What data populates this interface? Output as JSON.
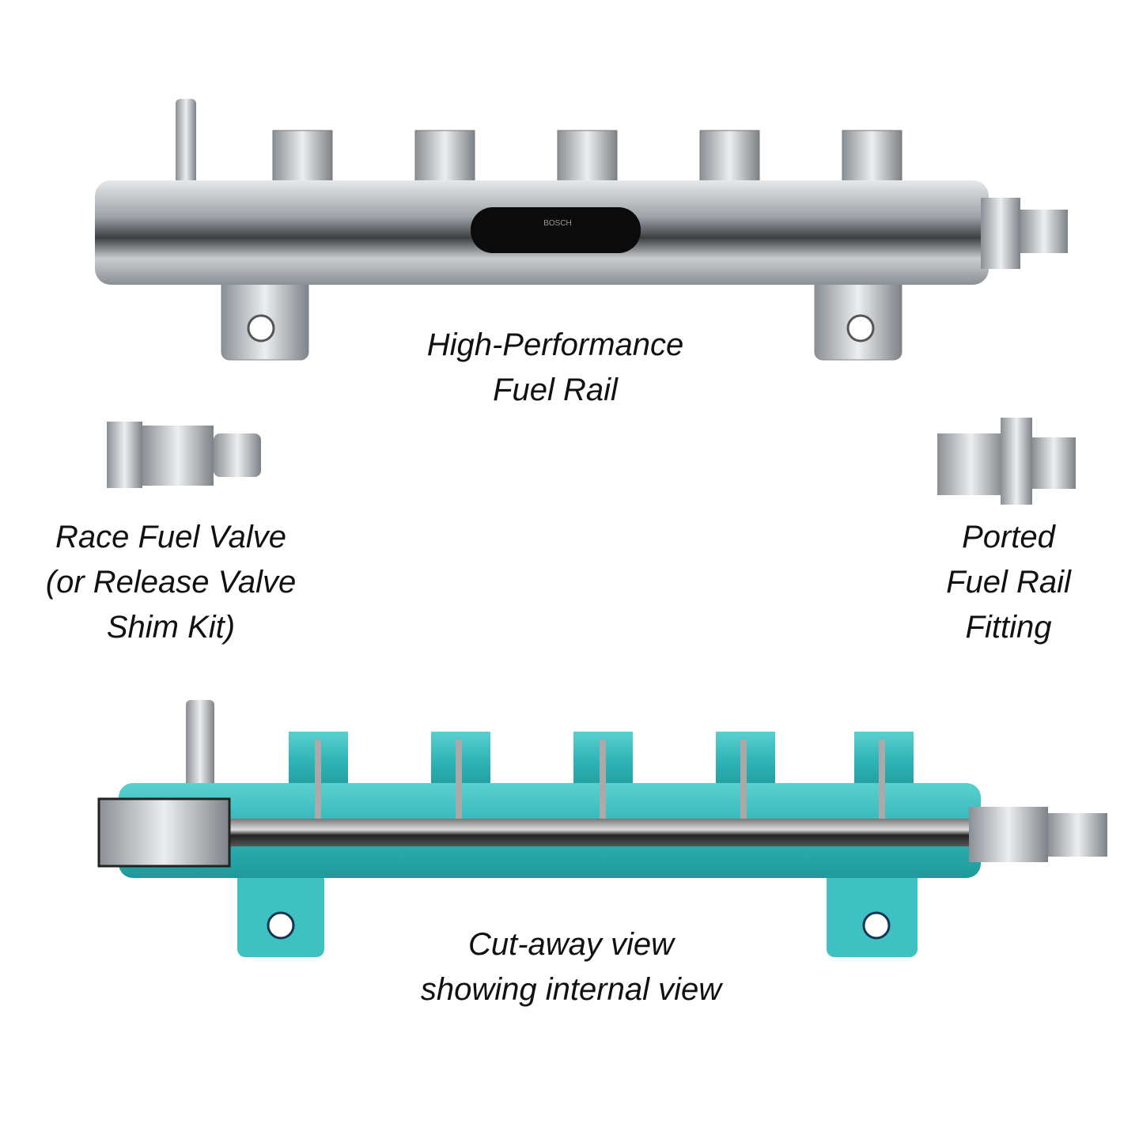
{
  "labels": {
    "fuel_rail": [
      "High-Performance",
      "Fuel Rail"
    ],
    "race_valve": [
      "Race Fuel Valve",
      "(or Release Valve",
      "Shim Kit)"
    ],
    "ported_fitting": [
      "Ported",
      "Fuel Rail",
      "Fitting"
    ],
    "cutaway": [
      "Cut-away view",
      "showing internal view"
    ]
  },
  "brand_mark": "BOSCH",
  "colors": {
    "steel": "#b8bcc0",
    "cutaway": "#3fc1c1",
    "dark": "#1a1a1a"
  }
}
